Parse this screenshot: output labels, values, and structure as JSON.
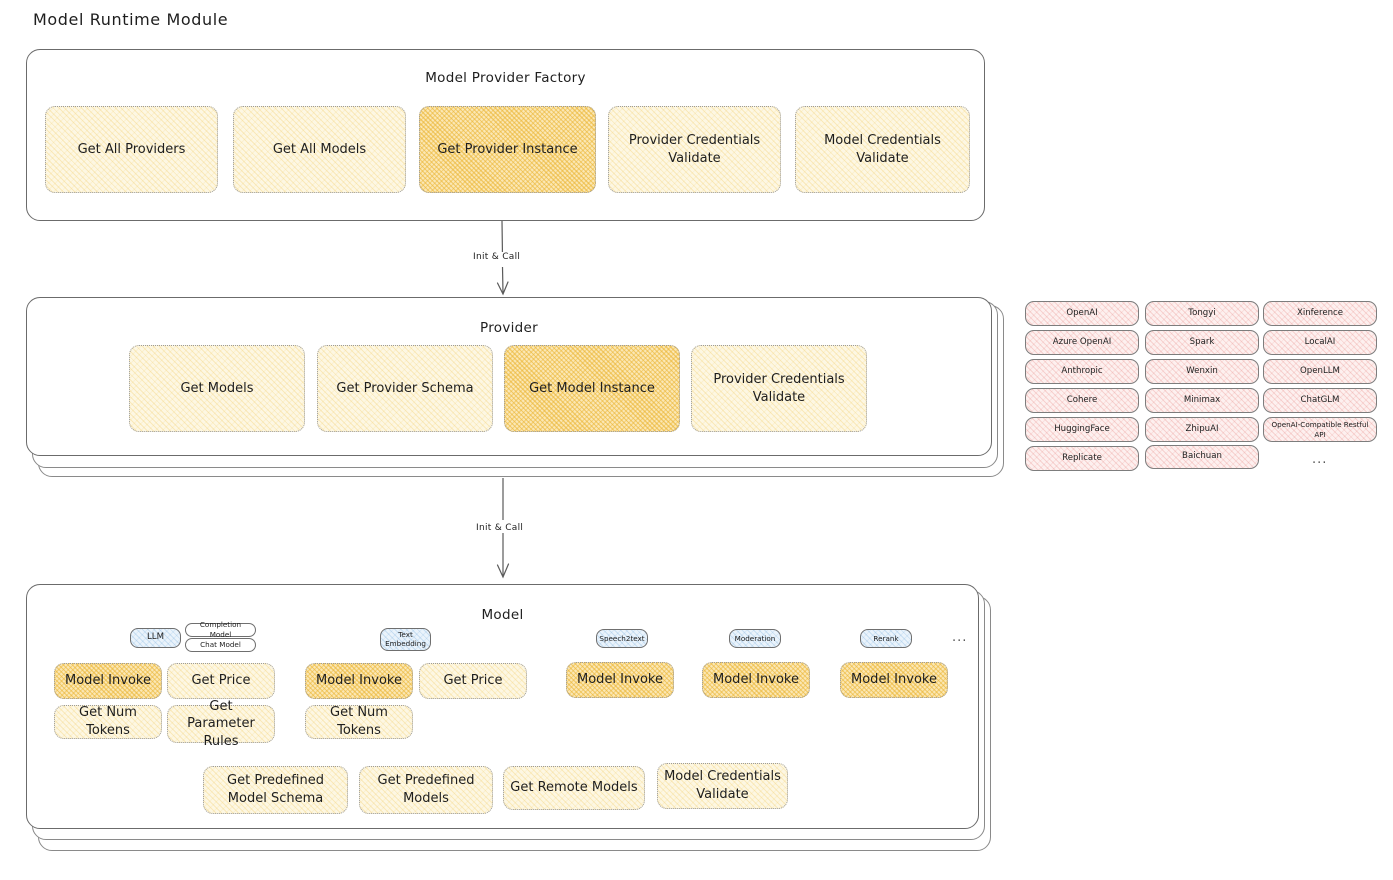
{
  "page": {
    "title": "Model Runtime Module"
  },
  "connectors": [
    {
      "label": "Init & Call"
    },
    {
      "label": "Init & Call"
    }
  ],
  "sections": {
    "factory": {
      "title": "Model Provider Factory",
      "items": [
        {
          "label": "Get All Providers",
          "highlighted": false
        },
        {
          "label": "Get All Models",
          "highlighted": false
        },
        {
          "label": "Get Provider Instance",
          "highlighted": true
        },
        {
          "label": "Provider Credentials Validate",
          "highlighted": false
        },
        {
          "label": "Model Credentials Validate",
          "highlighted": false
        }
      ]
    },
    "provider": {
      "title": "Provider",
      "items": [
        {
          "label": "Get Models",
          "highlighted": false
        },
        {
          "label": "Get Provider Schema",
          "highlighted": false
        },
        {
          "label": "Get Model Instance",
          "highlighted": true
        },
        {
          "label": "Provider Credentials Validate",
          "highlighted": false
        }
      ]
    },
    "model": {
      "title": "Model",
      "ellipsis": "...",
      "columns": [
        {
          "badge": "LLM",
          "sub_badges": [
            "Completion Model",
            "Chat Model"
          ],
          "items": [
            {
              "label": "Model Invoke",
              "highlighted": true
            },
            {
              "label": "Get Price",
              "highlighted": false
            },
            {
              "label": "Get Num Tokens",
              "highlighted": false
            },
            {
              "label": "Get Parameter Rules",
              "highlighted": false
            }
          ]
        },
        {
          "badge": "Text Embedding",
          "sub_badges": [],
          "items": [
            {
              "label": "Model Invoke",
              "highlighted": true
            },
            {
              "label": "Get Price",
              "highlighted": false
            },
            {
              "label": "Get Num Tokens",
              "highlighted": false
            }
          ]
        },
        {
          "badge": "Speech2text",
          "sub_badges": [],
          "items": [
            {
              "label": "Model Invoke",
              "highlighted": true
            }
          ]
        },
        {
          "badge": "Moderation",
          "sub_badges": [],
          "items": [
            {
              "label": "Model Invoke",
              "highlighted": true
            }
          ]
        },
        {
          "badge": "Rerank",
          "sub_badges": [],
          "items": [
            {
              "label": "Model Invoke",
              "highlighted": true
            }
          ]
        }
      ],
      "common_items": [
        {
          "label": "Get Predefined Model Schema"
        },
        {
          "label": "Get Predefined Models"
        },
        {
          "label": "Get Remote Models"
        },
        {
          "label": "Model Credentials Validate"
        }
      ]
    }
  },
  "provider_list": {
    "ellipsis": "...",
    "columns": [
      [
        "OpenAI",
        "Azure OpenAI",
        "Anthropic",
        "Cohere",
        "HuggingFace",
        "Replicate"
      ],
      [
        "Tongyi",
        "Spark",
        "Wenxin",
        "Minimax",
        "ZhipuAI",
        "Baichuan"
      ],
      [
        "Xinference",
        "LocalAI",
        "OpenLLM",
        "ChatGLM",
        "OpenAI-Compatible Restful API"
      ]
    ]
  },
  "colors": {
    "cream": "#fdf7e3",
    "orange_highlight": "#fbe7b4",
    "pink": "#fdf0ef",
    "blue": "#eaf3fb",
    "stroke": "#6b6b6b",
    "text": "#1e1e1e"
  }
}
